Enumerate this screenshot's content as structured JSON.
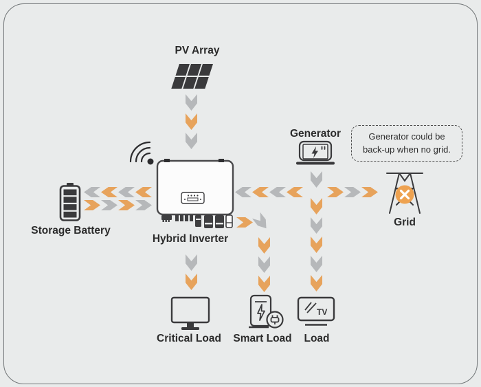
{
  "colors": {
    "orange": "#e7a35c",
    "gray": "#b6b8ba",
    "dark": "#3a3a3c",
    "grid_circle": "#eea250",
    "background": "#e9ebeb",
    "border": "#707476"
  },
  "nodes": {
    "pv_array": {
      "label": "PV Array"
    },
    "hybrid_inverter": {
      "label": "Hybrid Inverter"
    },
    "storage_battery": {
      "label": "Storage Battery"
    },
    "generator": {
      "label": "Generator"
    },
    "grid": {
      "label": "Grid"
    },
    "critical_load": {
      "label": "Critical Load"
    },
    "smart_load": {
      "label": "Smart Load"
    },
    "load": {
      "label": "Load",
      "icon_text": "TV"
    }
  },
  "note": {
    "line1": "Generator could be",
    "line2": "back-up when no grid."
  },
  "flows": {
    "pv_to_inverter": {
      "from": "pv_array",
      "to": "hybrid_inverter",
      "dir": "down",
      "colors": [
        "gray",
        "orange",
        "gray"
      ]
    },
    "inverter_to_battery": {
      "from": "hybrid_inverter",
      "to": "storage_battery",
      "dir": "left",
      "colors": [
        "gray",
        "orange",
        "gray",
        "orange"
      ]
    },
    "battery_to_inverter": {
      "from": "storage_battery",
      "to": "hybrid_inverter",
      "dir": "right",
      "colors": [
        "orange",
        "gray",
        "orange",
        "gray"
      ]
    },
    "grid_to_inverter": {
      "from": "grid",
      "to": "hybrid_inverter",
      "dir": "left",
      "colors": [
        "gray",
        "orange",
        "gray",
        "orange"
      ]
    },
    "to_grid": {
      "to": "grid",
      "dir": "right",
      "colors": [
        "orange",
        "gray",
        "orange"
      ]
    },
    "generator_down_upper": {
      "from": "generator",
      "dir": "down",
      "colors": [
        "gray"
      ]
    },
    "generator_down_lower": {
      "to": "load",
      "dir": "down",
      "colors": [
        "orange",
        "gray",
        "orange",
        "gray",
        "orange"
      ]
    },
    "inverter_to_critical": {
      "from": "hybrid_inverter",
      "to": "critical_load",
      "dir": "down",
      "colors": [
        "gray",
        "orange"
      ]
    },
    "smart_branch_start": {
      "from": "hybrid_inverter",
      "dir": "right",
      "colors": [
        "orange"
      ]
    },
    "smart_branch_bend": {
      "dir": "bend",
      "colors": [
        "gray"
      ]
    },
    "smart_branch_down": {
      "to": "smart_load",
      "dir": "down",
      "colors": [
        "orange",
        "gray",
        "orange"
      ]
    }
  }
}
